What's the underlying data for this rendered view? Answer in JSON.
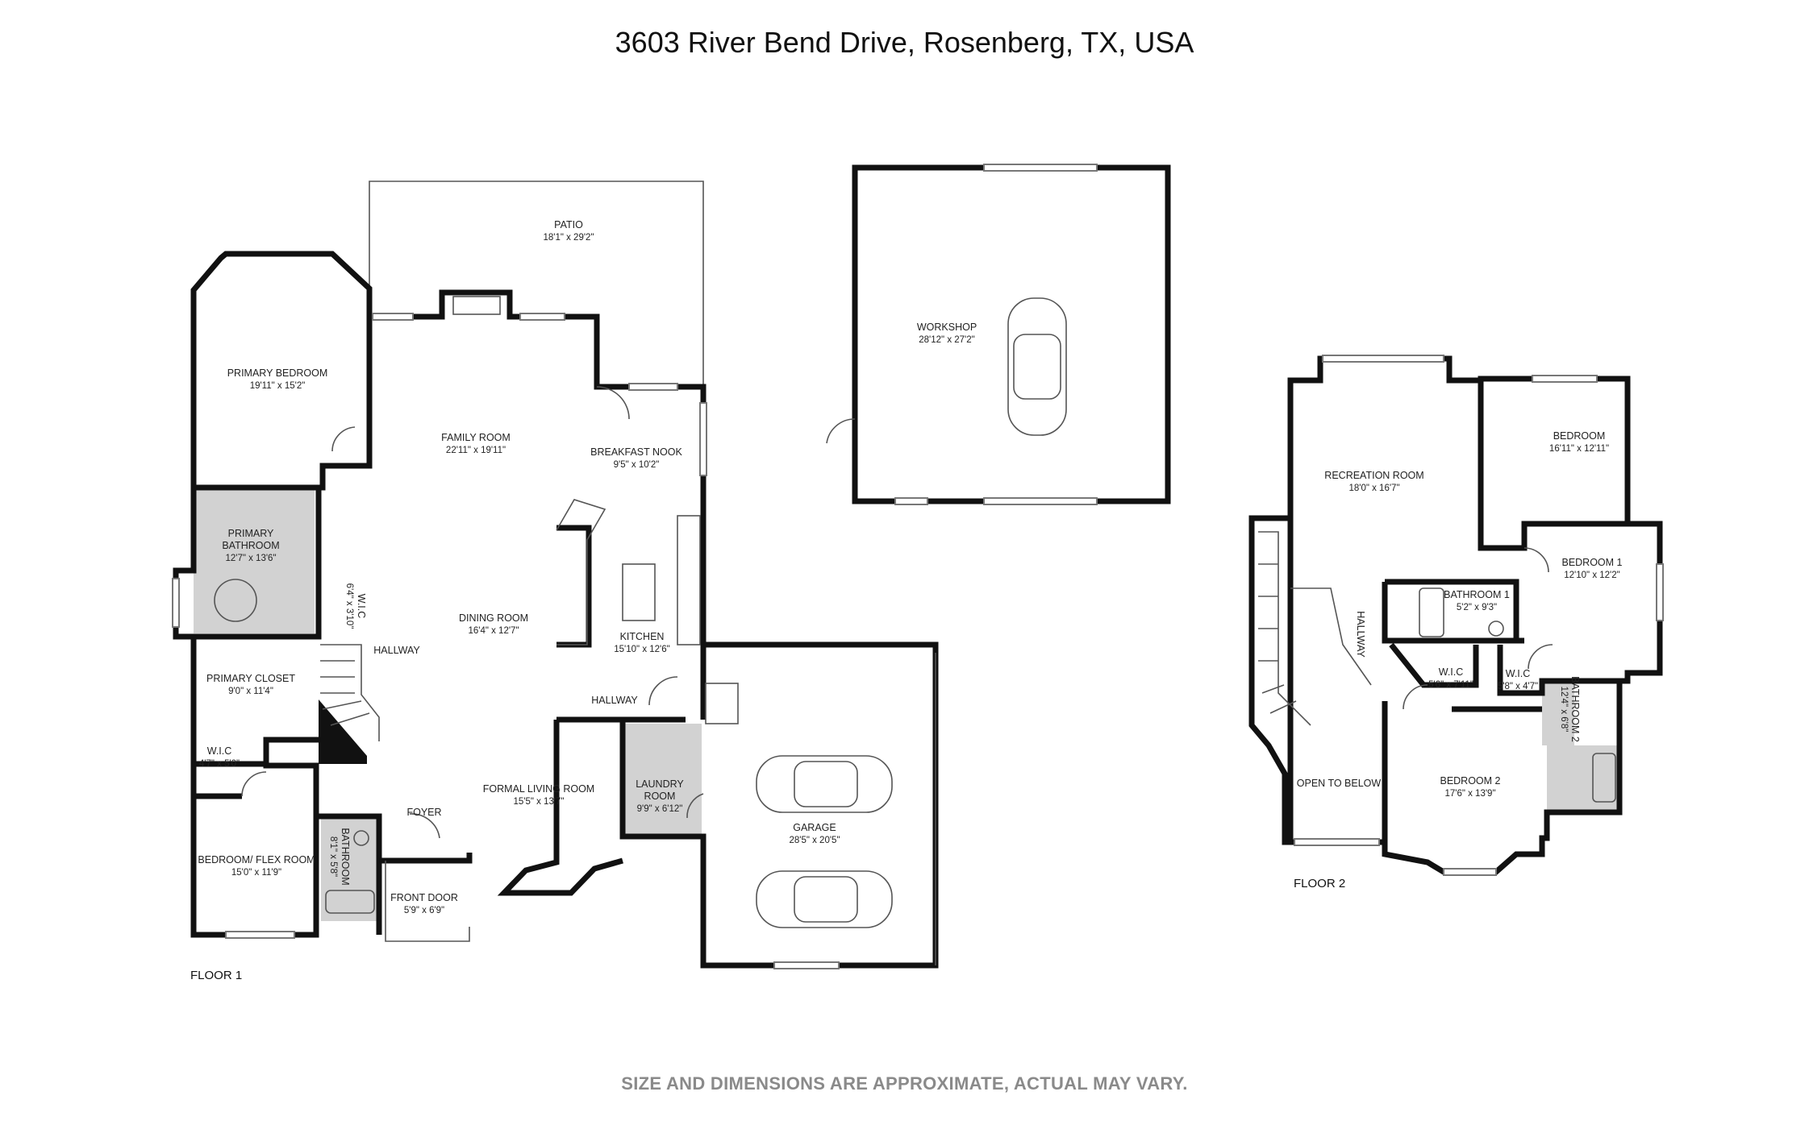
{
  "title": "3603 River Bend Drive, Rosenberg, TX, USA",
  "disclaimer": "SIZE AND DIMENSIONS ARE APPROXIMATE, ACTUAL MAY VARY.",
  "floors": [
    {
      "id": "floor1",
      "label": "FLOOR 1"
    },
    {
      "id": "floor2",
      "label": "FLOOR 2"
    }
  ],
  "rooms": {
    "patio": {
      "name": "PATIO",
      "dims": "18'1\" x 29'2\""
    },
    "primary_bedroom": {
      "name": "PRIMARY BEDROOM",
      "dims": "19'11\" x 15'2\""
    },
    "family_room": {
      "name": "FAMILY ROOM",
      "dims": "22'11\" x 19'11\""
    },
    "breakfast_nook": {
      "name": "BREAKFAST NOOK",
      "dims": "9'5\" x 10'2\""
    },
    "primary_bathroom": {
      "name_line1": "PRIMARY",
      "name_line2": "BATHROOM",
      "dims": "12'7\" x 13'6\""
    },
    "wic_primary": {
      "name": "W.I.C",
      "dims": "6'4\" x 3'10\""
    },
    "dining_room": {
      "name": "DINING ROOM",
      "dims": "16'4\" x 12'7\""
    },
    "kitchen": {
      "name": "KITCHEN",
      "dims": "15'10\" x 12'6\""
    },
    "hallway_1": {
      "name": "HALLWAY"
    },
    "hallway_2": {
      "name": "HALLWAY"
    },
    "primary_closet": {
      "name": "PRIMARY CLOSET",
      "dims": "9'0\" x 11'4\""
    },
    "wic_small": {
      "name": "W.I.C",
      "dims": "4'7\" x 5'0\""
    },
    "laundry_room": {
      "name_line1": "LAUNDRY",
      "name_line2": "ROOM",
      "dims": "9'9\" x 6'12\""
    },
    "formal_living_room": {
      "name": "FORMAL LIVING ROOM",
      "dims": "15'5\" x 13'7\""
    },
    "foyer": {
      "name": "FOYER"
    },
    "bedroom_flex": {
      "name": "BEDROOM/ FLEX ROOM",
      "dims": "15'0\" x 11'9\""
    },
    "bathroom_f1": {
      "name": "BATHROOM",
      "dims": "8'1\" x 5'8\""
    },
    "front_door": {
      "name": "FRONT DOOR",
      "dims": "5'9\" x 6'9\""
    },
    "garage": {
      "name": "GARAGE",
      "dims": "28'5\" x 20'5\""
    },
    "workshop": {
      "name": "WORKSHOP",
      "dims": "28'12\" x 27'2\""
    },
    "recreation_room": {
      "name": "RECREATION ROOM",
      "dims": "18'0\" x 16'7\""
    },
    "bedroom": {
      "name": "BEDROOM",
      "dims": "16'11\" x 12'11\""
    },
    "bathroom_1": {
      "name": "BATHROOM 1",
      "dims": "5'2\" x 9'3\""
    },
    "bedroom_1": {
      "name": "BEDROOM 1",
      "dims": "12'10\" x 12'2\""
    },
    "hallway_f2": {
      "name": "HALLWAY"
    },
    "wic_f2_a": {
      "name": "W.I.C",
      "dims": "5'6\" x 7'11\""
    },
    "wic_f2_b": {
      "name": "W.I.C",
      "dims": "5'8\" x 4'7\""
    },
    "bathroom_2": {
      "name": "BATHROOM 2",
      "dims": "12'4\" x 6'8\""
    },
    "open_to_below": {
      "name": "OPEN TO BELOW"
    },
    "bedroom_2": {
      "name": "BEDROOM 2",
      "dims": "17'6\" x 13'9\""
    }
  },
  "colors": {
    "wall": "#111111",
    "wet_area": "#d2d2d2",
    "disclaimer": "#8a8a8a"
  }
}
